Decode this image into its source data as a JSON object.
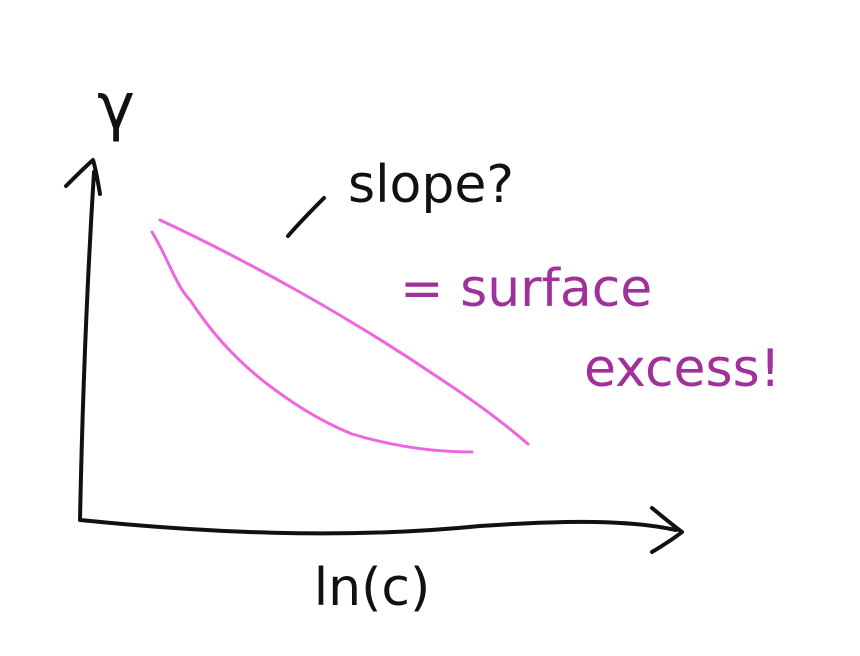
{
  "diagram": {
    "y_axis_label": "γ",
    "x_axis_label": "ln(c)",
    "note_question": "slope?",
    "note_answer_line1": "= surface",
    "note_answer_line2": "excess!",
    "colors": {
      "axes_ink": "#111111",
      "curve_ink": "#ee66dd",
      "note_ink": "#a0309a"
    }
  }
}
